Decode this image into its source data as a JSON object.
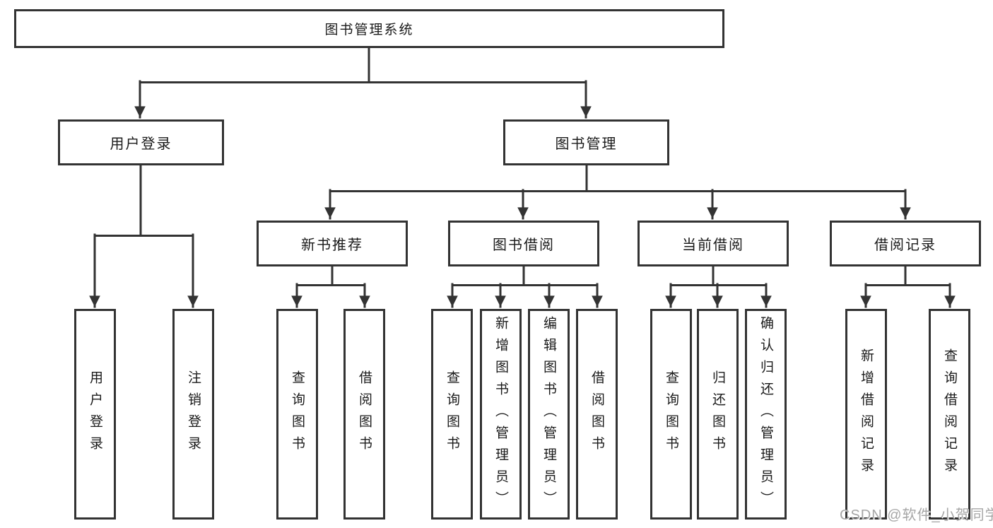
{
  "diagram": {
    "tree": {
      "label": "图书管理系统",
      "children": [
        {
          "label": "用户登录",
          "children": [
            {
              "label": "用户登录"
            },
            {
              "label": "注销登录"
            }
          ]
        },
        {
          "label": "图书管理",
          "children": [
            {
              "label": "新书推荐",
              "children": [
                {
                  "label": "查询图书"
                },
                {
                  "label": "借阅图书"
                }
              ]
            },
            {
              "label": "图书借阅",
              "children": [
                {
                  "label": "查询图书"
                },
                {
                  "label": "新增图书（管理员）"
                },
                {
                  "label": "编辑图书（管理员）"
                },
                {
                  "label": "借阅图书"
                }
              ]
            },
            {
              "label": "当前借阅",
              "children": [
                {
                  "label": "查询图书"
                },
                {
                  "label": "归还图书"
                },
                {
                  "label": "确认归还（管理员）"
                }
              ]
            },
            {
              "label": "借阅记录",
              "children": [
                {
                  "label": "新增借阅记录"
                },
                {
                  "label": "查询借阅记录"
                }
              ]
            }
          ]
        }
      ]
    },
    "colors": {
      "line": "#333333",
      "box_border": "#333333",
      "text": "#1a1a1a",
      "background": "#ffffff",
      "watermark": "#a6a6a6"
    }
  },
  "watermark": {
    "text": "CSDN @软件_小贺同学"
  }
}
